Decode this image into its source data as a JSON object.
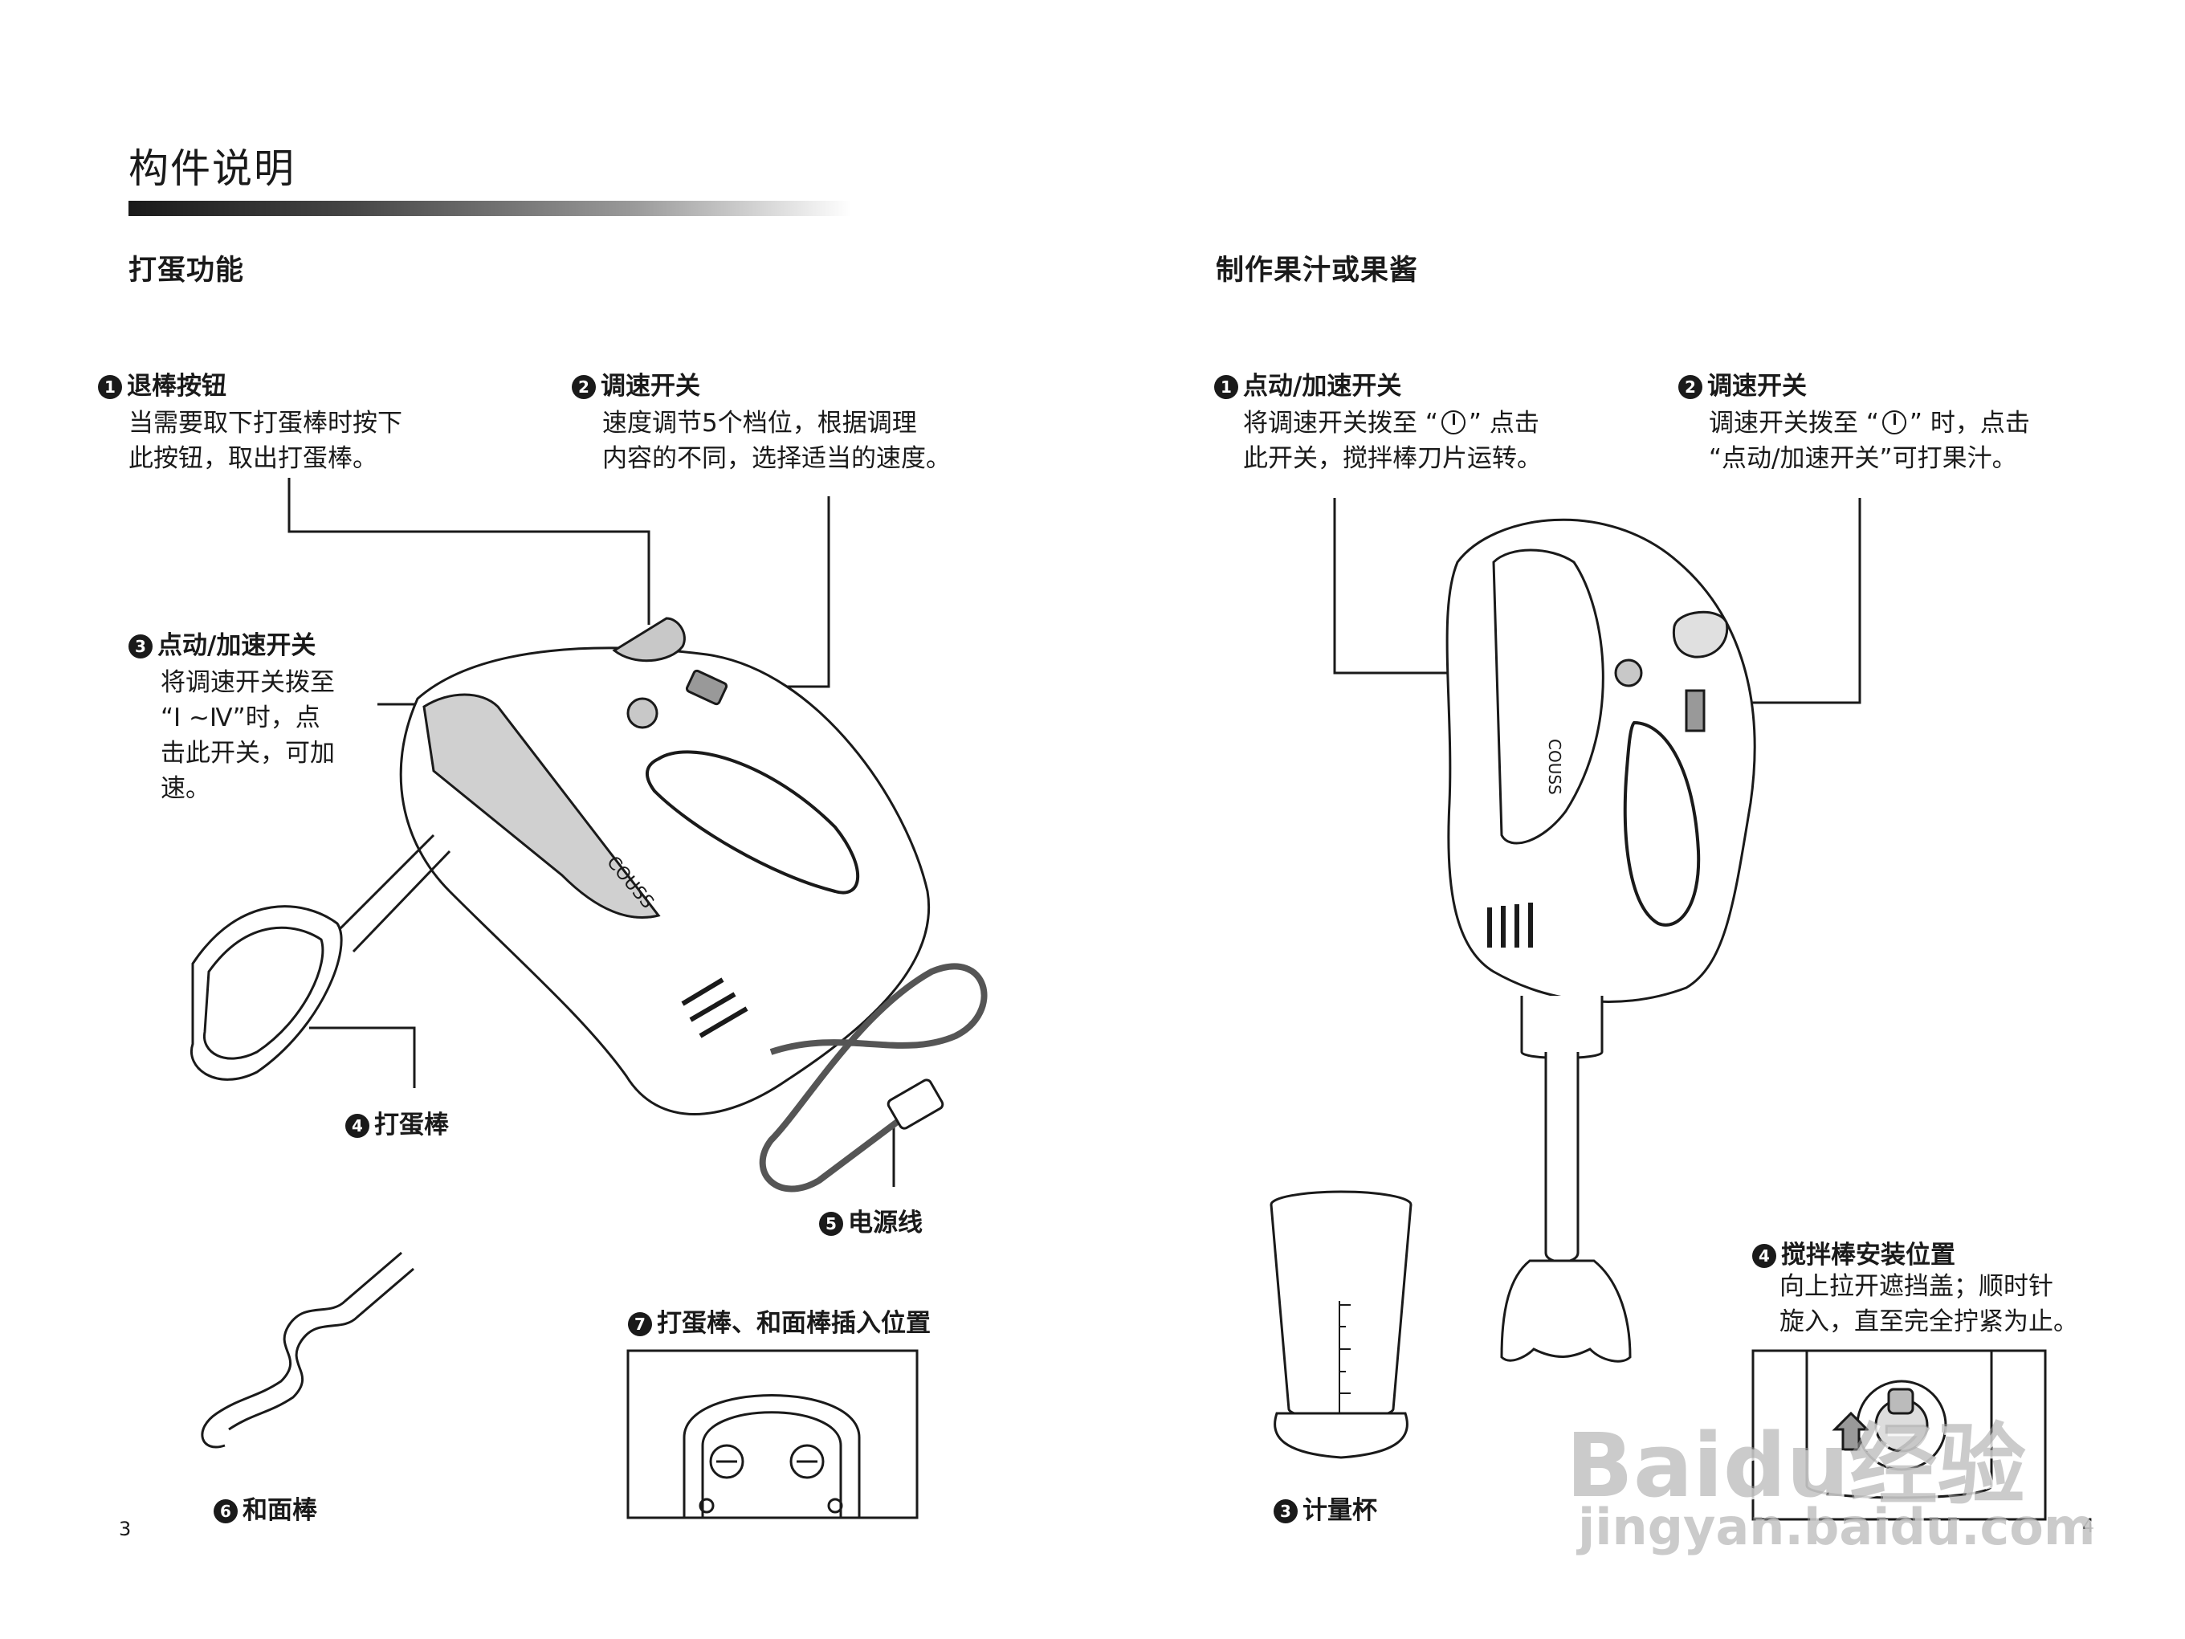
{
  "left_page": {
    "title": "构件说明",
    "section": "打蛋功能",
    "items": [
      {
        "num": "1",
        "label": "退棒按钮",
        "lines": [
          "当需要取下打蛋棒时按下",
          "此按钮，取出打蛋棒。"
        ]
      },
      {
        "num": "2",
        "label": "调速开关",
        "lines": [
          "速度调节5个档位，根据调理",
          "内容的不同，选择适当的速度。"
        ]
      },
      {
        "num": "3",
        "label": "点动/加速开关",
        "lines": [
          "将调速开关拨至",
          "“Ⅰ ~Ⅳ”时，点",
          "击此开关，可加",
          "速。"
        ]
      },
      {
        "num": "4",
        "label": "打蛋棒"
      },
      {
        "num": "5",
        "label": "电源线"
      },
      {
        "num": "6",
        "label": "和面棒"
      },
      {
        "num": "7",
        "label": "打蛋棒、和面棒插入位置"
      }
    ],
    "brand": "COUSS",
    "page_number": "3"
  },
  "right_page": {
    "section": "制作果汁或果酱",
    "items": [
      {
        "num": "1",
        "label": "点动/加速开关",
        "line1_pre": "将调速开关拨至 “",
        "line1_post": "” 点击",
        "line2": "此开关，搅拌棒刀片运转。"
      },
      {
        "num": "2",
        "label": "调速开关",
        "line1_pre": "调速开关拨至 “",
        "line1_post": "” 时，点击",
        "line2": "“点动/加速开关”可打果汁。"
      },
      {
        "num": "3",
        "label": "计量杯"
      },
      {
        "num": "4",
        "label": "搅拌棒安装位置",
        "lines": [
          "向上拉开遮挡盖；顺时针",
          "旋入，直至完全拧紧为止。"
        ]
      }
    ],
    "brand": "COUSS",
    "page_number": "4"
  },
  "watermark": {
    "line1": "Baidu经验",
    "line2": "jingyan.baidu.com"
  },
  "icons": {
    "bullet": "numbered-circle-icon",
    "switch_symbol": "pulse-switch-icon"
  }
}
